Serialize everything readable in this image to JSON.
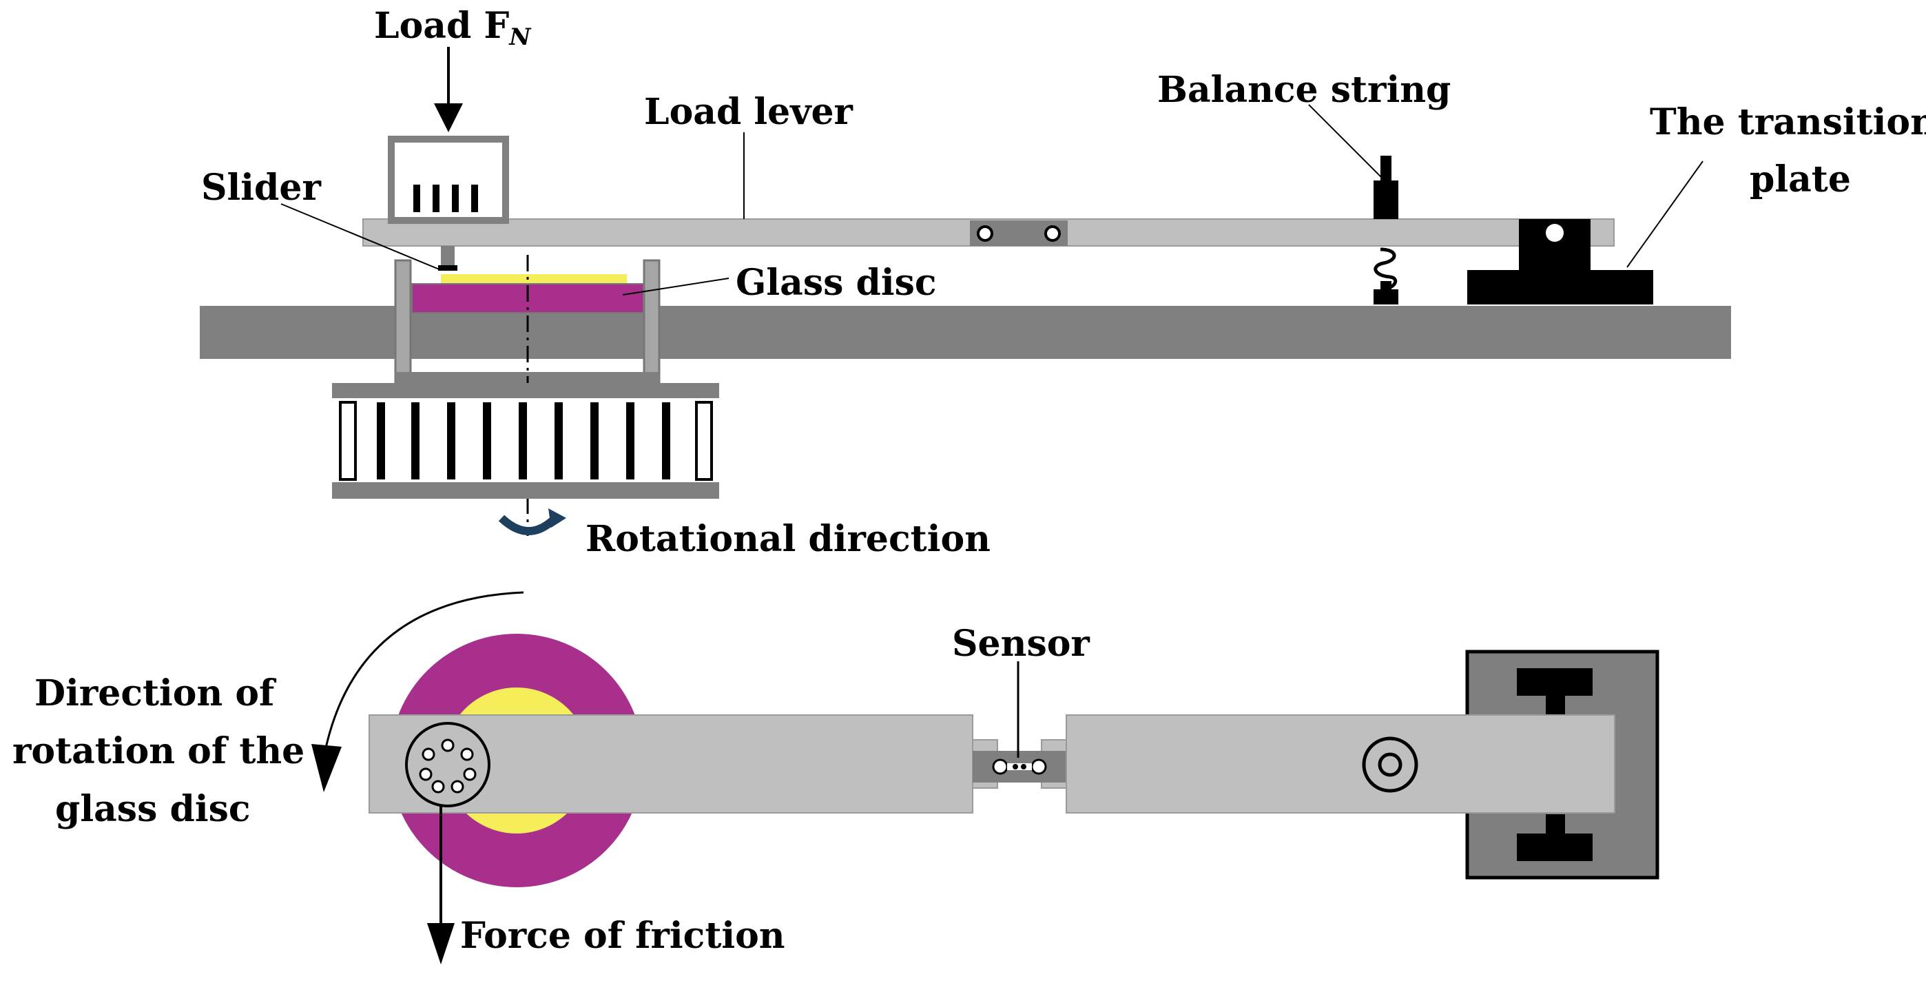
{
  "labels": {
    "load": "Load F",
    "load_subscript": "N",
    "load_lever": "Load lever",
    "balance_string": "Balance string",
    "transition_plate_line1": "The transition",
    "transition_plate_line2": "plate",
    "slider": "Slider",
    "glass_disc": "Glass disc",
    "rotational_direction": "Rotational direction",
    "sensor": "Sensor",
    "direction_rotation_line1": "Direction of",
    "direction_rotation_line2": "rotation of the",
    "direction_rotation_line3": "glass disc",
    "force_of_friction": "Force of friction"
  },
  "colors": {
    "lever": "#bfbfbf",
    "base": "#808080",
    "dark": "#000000",
    "disc_magenta": "#a8308c",
    "disc_yellow": "#f5ee5a",
    "disc_blue": "#7aa0c8",
    "mid_grey": "#a6a6a6",
    "block_grey": "#7f7f7f"
  }
}
